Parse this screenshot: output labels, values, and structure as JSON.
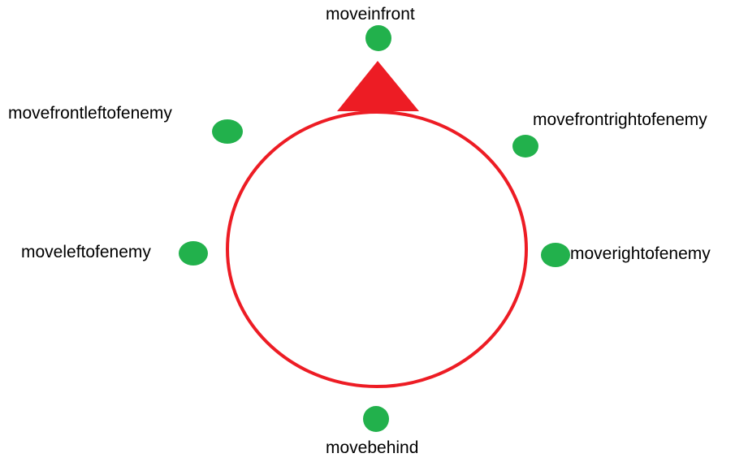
{
  "colors": {
    "background": "#ffffff",
    "enemy_outline": "#ed1c24",
    "enemy_facing_marker": "#ed1c24",
    "position_marker": "#22b14c",
    "label_text": "#000000"
  },
  "diagram": {
    "enemy": {
      "shape": "circle-outline",
      "facing_marker": "triangle"
    },
    "positions": [
      {
        "id": "front",
        "label": "moveinfront"
      },
      {
        "id": "front-right",
        "label": "movefrontrightofenemy"
      },
      {
        "id": "right",
        "label": "moverightofenemy"
      },
      {
        "id": "behind",
        "label": "movebehind"
      },
      {
        "id": "left",
        "label": "moveleftofenemy"
      },
      {
        "id": "front-left",
        "label": "movefrontleftofenemy"
      }
    ]
  }
}
